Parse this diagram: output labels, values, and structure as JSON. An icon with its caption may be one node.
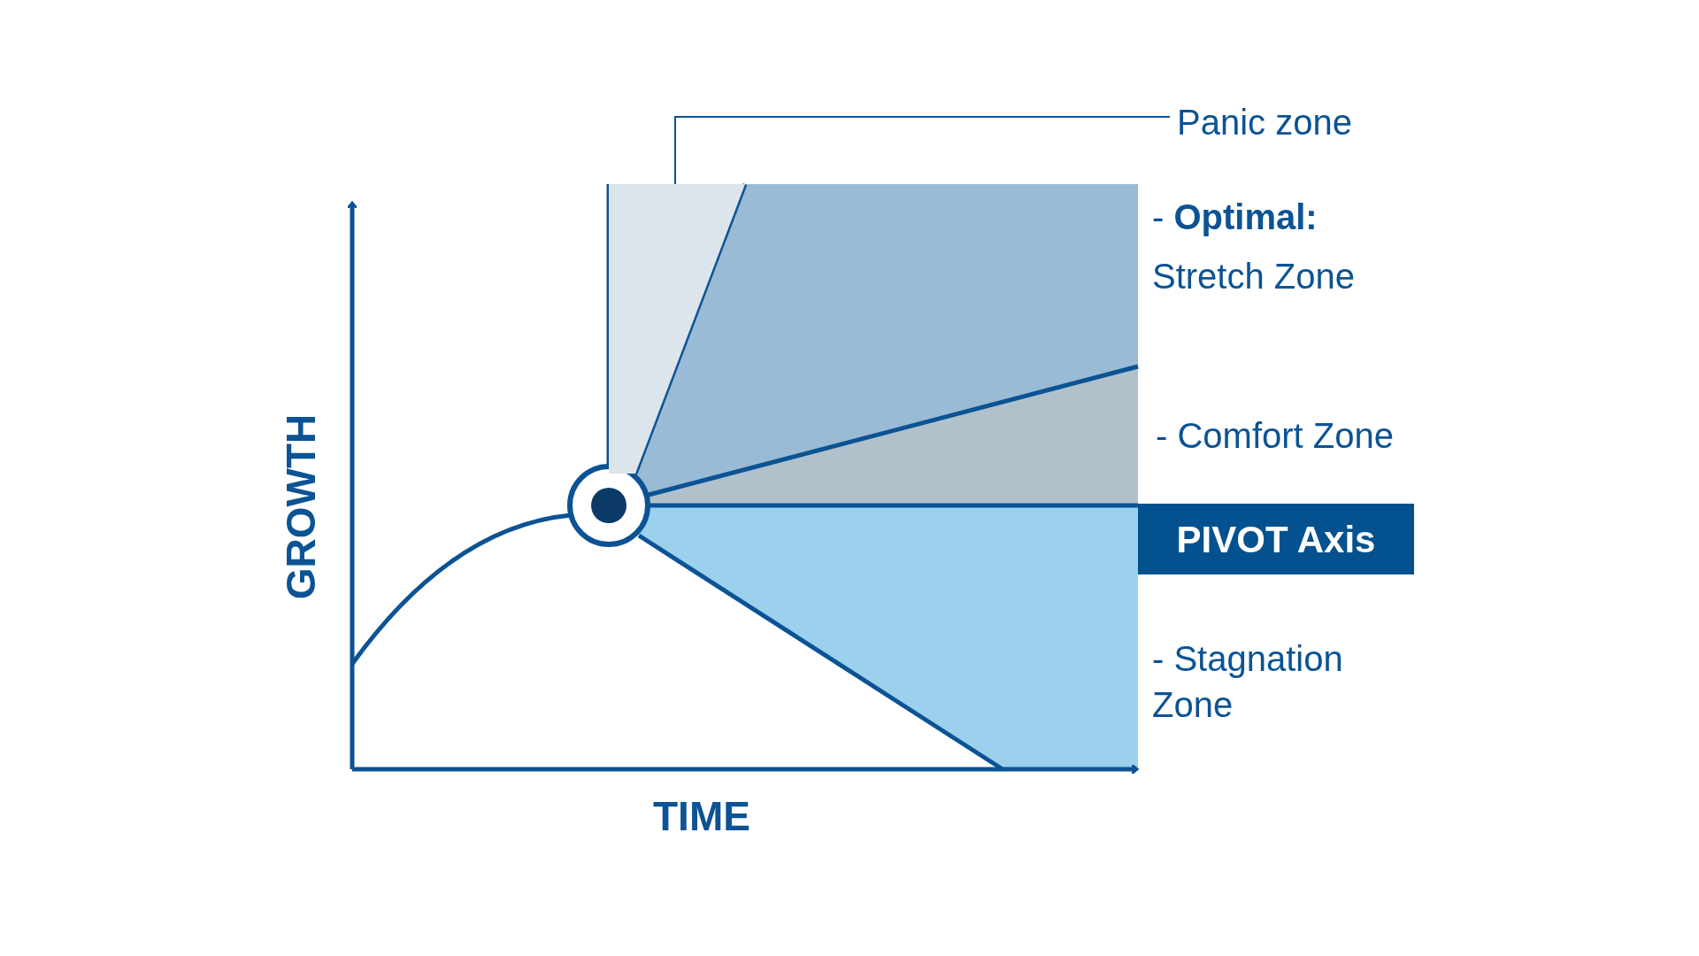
{
  "diagram": {
    "nodes": [
      {
        "text": [
          "Panic zone"
        ]
      },
      {
        "text": [],
        "shape": "box"
      },
      {
        "text": [
          "PIVOT Axis"
        ]
      }
    ],
    "edges": [
      {
        "from": 0,
        "to": 1,
        "arrow": "none"
      }
    ],
    "labels": [
      "- **Optimal:**",
      "Stretch Zone",
      "- Comfort Zone",
      "- Stagnation Zone",
      "GROWTH",
      "TIME"
    ]
  }
}
